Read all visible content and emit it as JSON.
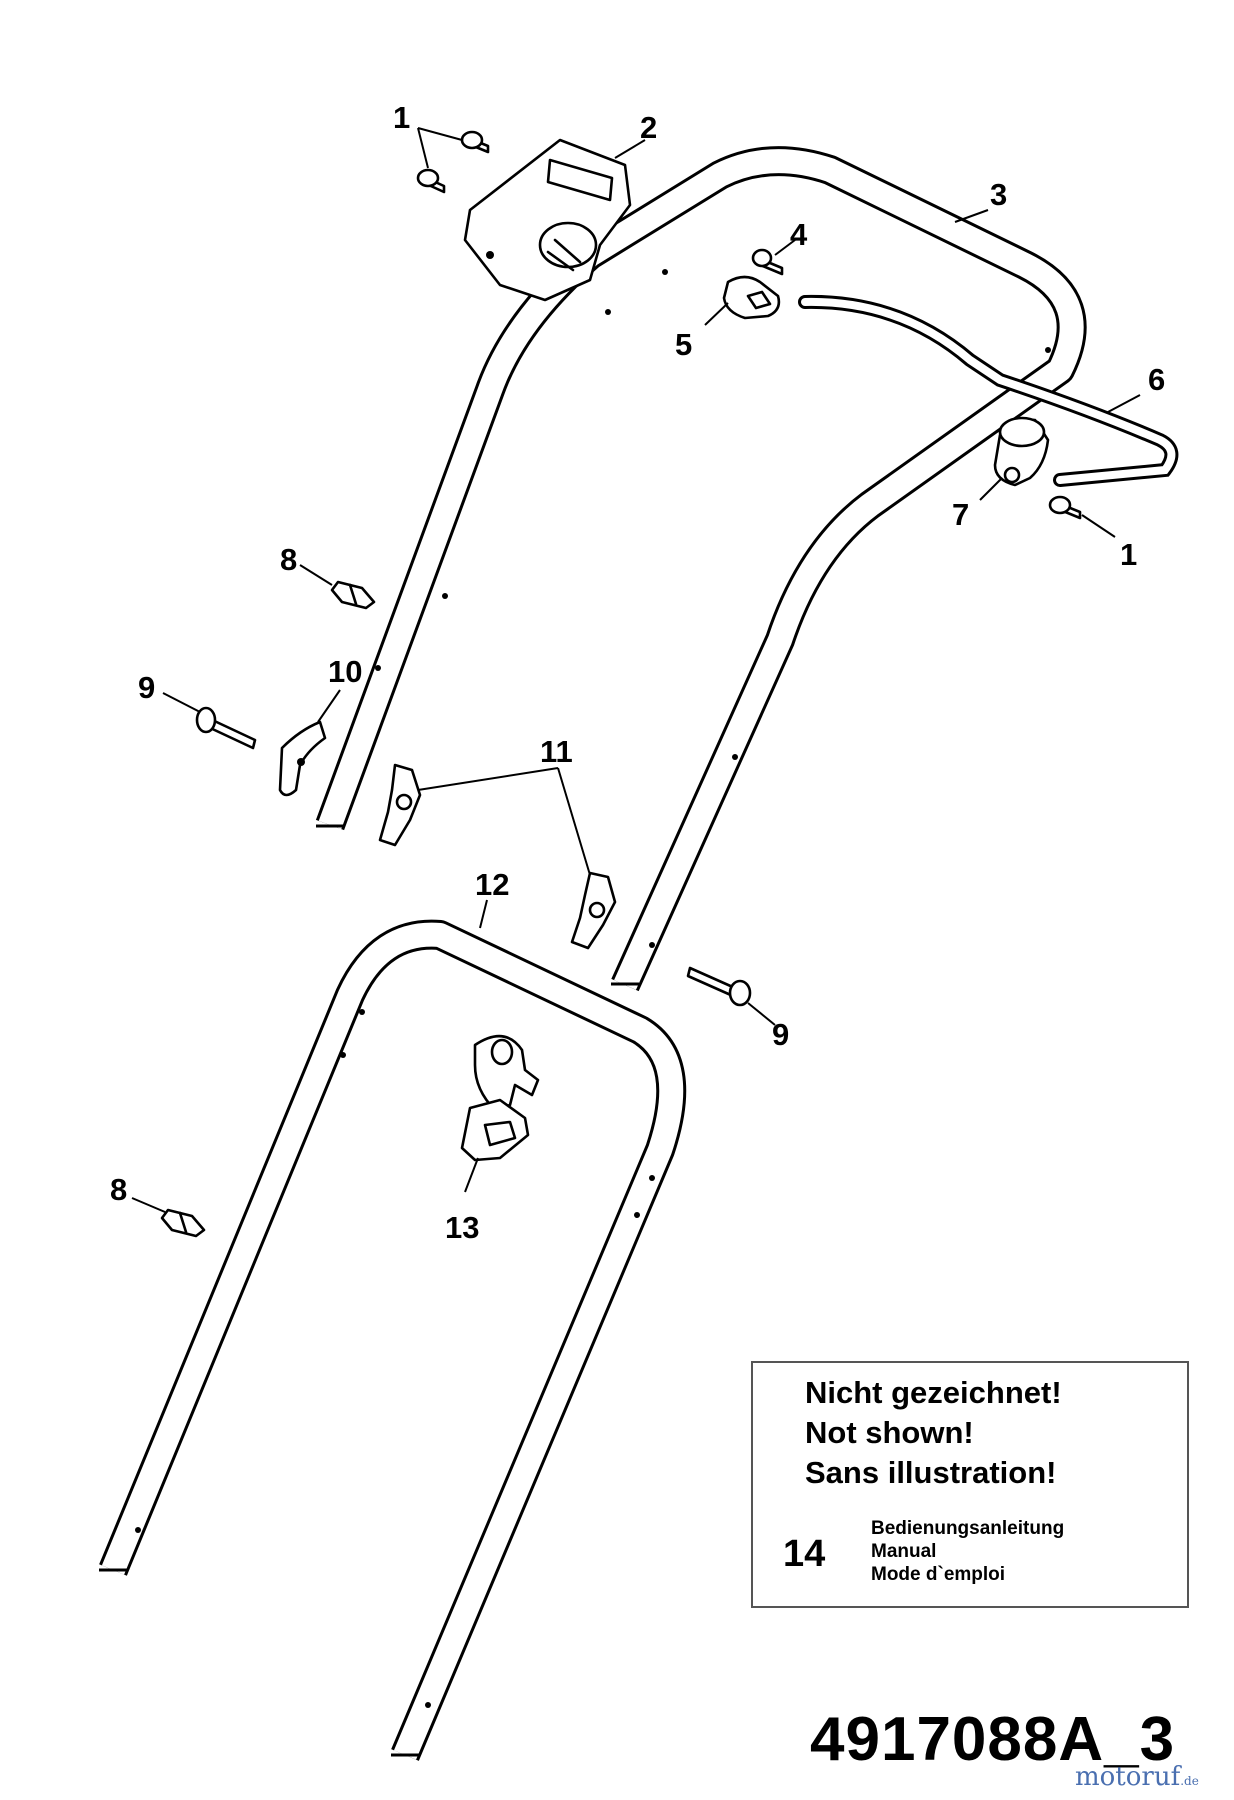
{
  "callouts": {
    "c1a": "1",
    "c1b": "1",
    "c2": "2",
    "c3": "3",
    "c4": "4",
    "c5": "5",
    "c6": "6",
    "c7": "7",
    "c8a": "8",
    "c8b": "8",
    "c9a": "9",
    "c9b": "9",
    "c10": "10",
    "c11": "11",
    "c12": "12",
    "c13": "13"
  },
  "note": {
    "line1": "Nicht gezeichnet!",
    "line2": "Not shown!",
    "line3": "Sans illustration!",
    "item_number": "14",
    "manual_de": "Bedienungsanleitung",
    "manual_en": "Manual",
    "manual_fr": "Mode d`emploi"
  },
  "drawing_number": "4917088A_3",
  "watermark": {
    "brand": "motoruf",
    "suffix": ".de"
  },
  "colors": {
    "line": "#000000",
    "background": "#ffffff",
    "watermark": "#4a6fb0"
  }
}
